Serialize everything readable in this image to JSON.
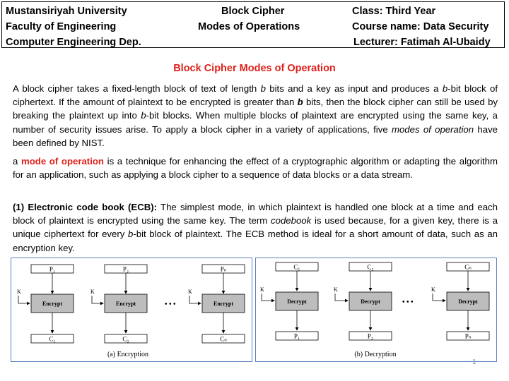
{
  "header": {
    "university": "Mustansiriyah University",
    "faculty": "Faculty of Engineering",
    "department": "Computer Engineering Dep.",
    "subject": "Block Cipher",
    "topic": "Modes of Operations",
    "class": "Class: Third Year",
    "course": "Course name: Data Security",
    "lecturer": "Lecturer: Fatimah Al-Ubaidy"
  },
  "title": "Block Cipher Modes of Operation",
  "para1": {
    "t1": "A block cipher takes a fixed-length block of text of length ",
    "b1": "b",
    "t2": " bits and a key as input and produces a ",
    "b2": "b",
    "t3": "-bit block of ciphertext. If the amount of plaintext to be encrypted is greater than ",
    "b3": "b",
    "t4": " bits, then the block cipher can still be used by breaking the plaintext up into ",
    "b4": "b",
    "t5": "-bit blocks. When multiple blocks of plaintext are encrypted using the same key, a number of security issues arise. To apply a block cipher in a variety of applications, five ",
    "em": "modes of operation",
    "t6": " have been defined by NIST."
  },
  "para2": {
    "t1": "a ",
    "highlight": "mode of operation",
    "t2": " is a technique for enhancing the effect of a cryptographic algorithm or adapting the algorithm for an application, such as applying a block cipher to a sequence of data blocks or a data stream."
  },
  "para3": {
    "heading": "(1) Electronic code book (ECB):",
    "t1": " The simplest mode, in which plaintext is handled one block at a time and each block of plaintext is encrypted using the same key. The term ",
    "em": "codebook",
    "t2": " is used because, for a given key, there is a unique ciphertext for every ",
    "b": "b",
    "t3": "-bit block of plaintext. The ECB method is ideal for a short amount of data, such as an encryption key."
  },
  "figures": {
    "encryption": {
      "caption": "(a) Encryption",
      "inputs": [
        "P₁",
        "P₂",
        "Pₙ"
      ],
      "key": "K",
      "op": "Encrypt",
      "outputs": [
        "C₁",
        "C₂",
        "Cₙ"
      ],
      "dots": "• • •"
    },
    "decryption": {
      "caption": "(b) Decryption",
      "inputs": [
        "C₁",
        "C₂",
        "Cₙ"
      ],
      "key": "K",
      "op": "Decrypt",
      "outputs": [
        "P₁",
        "P₂",
        "Pₙ"
      ],
      "dots": "• • •"
    }
  },
  "page_number": "1"
}
